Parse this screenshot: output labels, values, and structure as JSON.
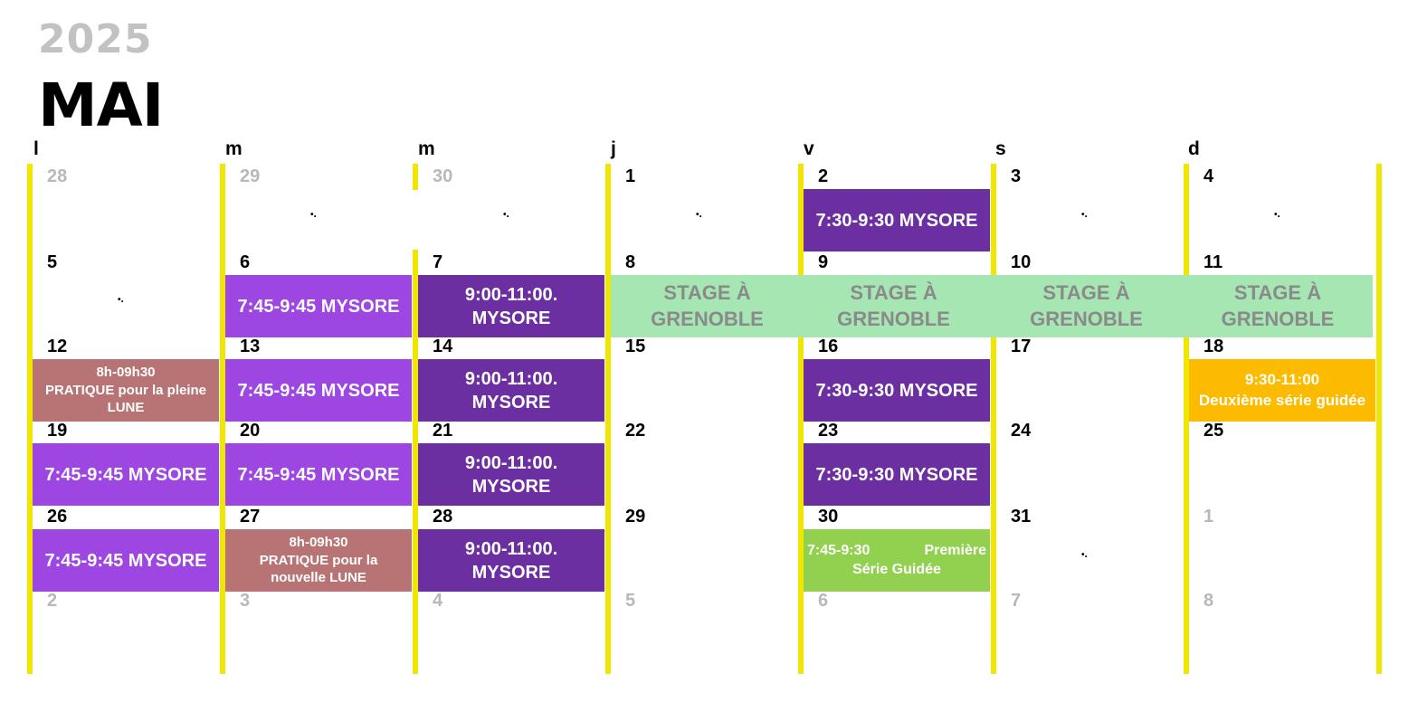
{
  "header": {
    "year": "2025",
    "month": "MAI"
  },
  "weekdays": [
    "l",
    "m",
    "m",
    "j",
    "v",
    "s",
    "d"
  ],
  "weeks": [
    [
      {
        "n": "28",
        "muted": true
      },
      {
        "n": "29",
        "muted": true
      },
      {
        "n": "30",
        "muted": true
      },
      {
        "n": "1"
      },
      {
        "n": "2"
      },
      {
        "n": "3"
      },
      {
        "n": "4"
      }
    ],
    [
      {
        "n": "5"
      },
      {
        "n": "6"
      },
      {
        "n": "7"
      },
      {
        "n": "8"
      },
      {
        "n": "9"
      },
      {
        "n": "10"
      },
      {
        "n": "11"
      }
    ],
    [
      {
        "n": "12"
      },
      {
        "n": "13"
      },
      {
        "n": "14"
      },
      {
        "n": "15"
      },
      {
        "n": "16"
      },
      {
        "n": "17"
      },
      {
        "n": "18"
      }
    ],
    [
      {
        "n": "19"
      },
      {
        "n": "20"
      },
      {
        "n": "21"
      },
      {
        "n": "22"
      },
      {
        "n": "23"
      },
      {
        "n": "24"
      },
      {
        "n": "25"
      }
    ],
    [
      {
        "n": "26"
      },
      {
        "n": "27"
      },
      {
        "n": "28"
      },
      {
        "n": "29"
      },
      {
        "n": "30"
      },
      {
        "n": "31"
      },
      {
        "n": "1",
        "muted": true
      }
    ],
    [
      {
        "n": "2",
        "muted": true
      },
      {
        "n": "3",
        "muted": true
      },
      {
        "n": "4",
        "muted": true
      },
      {
        "n": "5",
        "muted": true
      },
      {
        "n": "6",
        "muted": true
      },
      {
        "n": "7",
        "muted": true
      },
      {
        "n": "8",
        "muted": true
      }
    ]
  ],
  "events": {
    "w0_fri": {
      "lines": [
        "7:30-9:30 MYSORE"
      ]
    },
    "w1_tue": {
      "lines": [
        "7:45-9:45 MYSORE"
      ]
    },
    "w1_wed": {
      "lines": [
        "9:00-11:00.",
        "MYSORE"
      ]
    },
    "w1_thu": {
      "lines": [
        "STAGE À",
        "GRENOBLE"
      ]
    },
    "w1_fri": {
      "lines": [
        "STAGE À",
        "GRENOBLE"
      ]
    },
    "w1_sat": {
      "lines": [
        "STAGE À",
        "GRENOBLE"
      ]
    },
    "w1_sun": {
      "lines": [
        "STAGE À",
        "GRENOBLE"
      ]
    },
    "w2_mon": {
      "lines": [
        "8h-09h30",
        "PRATIQUE pour la pleine",
        "LUNE"
      ]
    },
    "w2_tue": {
      "lines": [
        "7:45-9:45 MYSORE"
      ]
    },
    "w2_wed": {
      "lines": [
        "9:00-11:00.",
        "MYSORE"
      ]
    },
    "w2_fri": {
      "lines": [
        "7:30-9:30 MYSORE"
      ]
    },
    "w2_sun": {
      "lines": [
        "9:30-11:00",
        "Deuxième série guidée"
      ]
    },
    "w3_mon": {
      "lines": [
        "7:45-9:45 MYSORE"
      ]
    },
    "w3_tue": {
      "lines": [
        "7:45-9:45 MYSORE"
      ]
    },
    "w3_wed": {
      "lines": [
        "9:00-11:00.",
        "MYSORE"
      ]
    },
    "w3_fri": {
      "lines": [
        "7:30-9:30 MYSORE"
      ]
    },
    "w4_mon": {
      "lines": [
        "7:45-9:45 MYSORE"
      ]
    },
    "w4_tue": {
      "lines": [
        "8h-09h30",
        "PRATIQUE pour la",
        "nouvelle LUNE"
      ]
    },
    "w4_wed": {
      "lines": [
        "9:00-11:00.",
        "MYSORE"
      ]
    },
    "w4_fri": {
      "lines": [
        "7:45-9:30",
        "Première",
        "Série Guidée"
      ]
    }
  },
  "colors": {
    "divider": "#f0e600",
    "mysore_light": "#9d46e1",
    "mysore_dark": "#6b2fa1",
    "lune": "#b87474",
    "stage": "#a6e6b3",
    "guided_sunday": "#fdbb00",
    "guided_friday": "#92d050",
    "muted_day": "#b8b8b8",
    "year": "#c2c2c2"
  }
}
